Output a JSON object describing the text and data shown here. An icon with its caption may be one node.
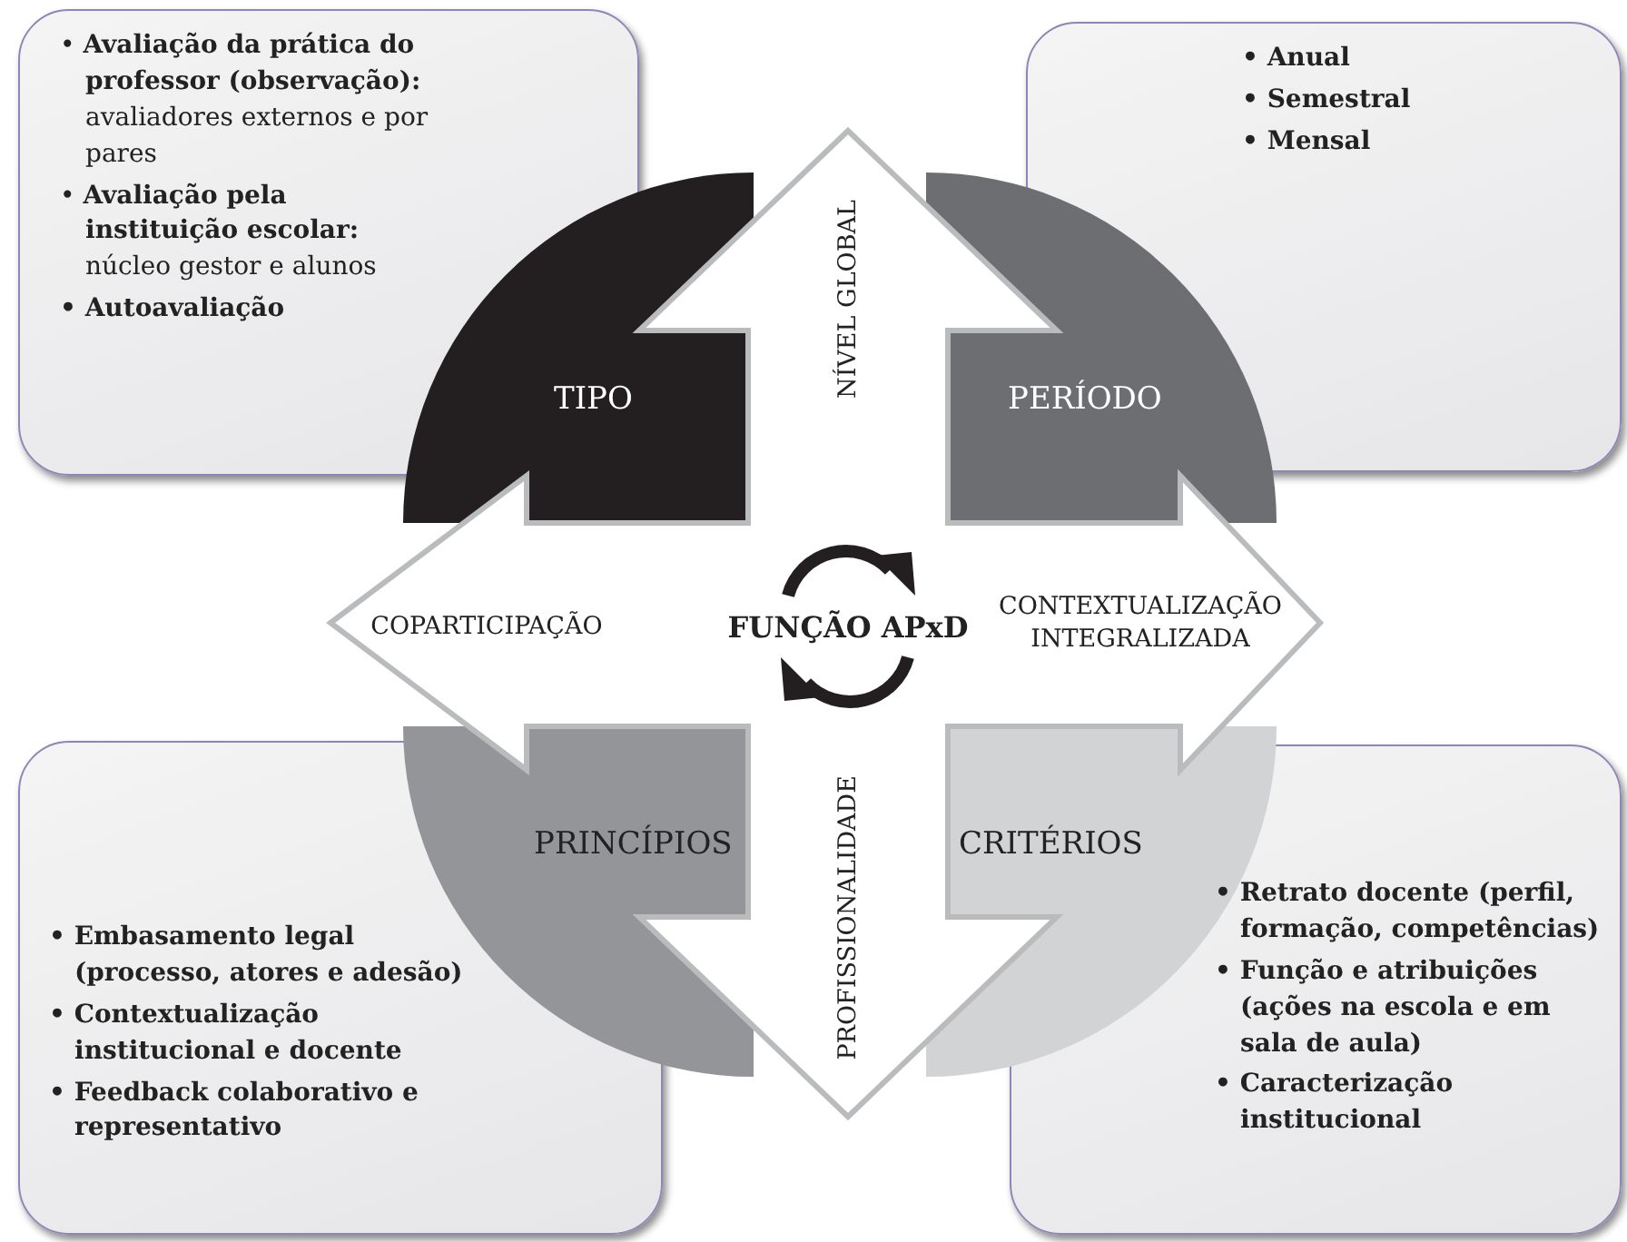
{
  "diagram": {
    "nodes": [
      {
        "text": [
          "• **Avaliação da prática do professor (observação):** avaliadores externos e por pares",
          "• **Avaliação pela instituição escolar:** núcleo gestor e alunos",
          "• Autoavaliação"
        ]
      },
      {
        "text": [
          "• Anual",
          "• Semestral",
          "• Mensal"
        ]
      },
      {
        "text": [
          "TIPO"
        ]
      },
      {
        "text": [
          "NÍVEL GLOBAL"
        ]
      },
      {
        "text": [
          "PERÍODO"
        ]
      },
      {
        "text": [
          "COPARTICIPAÇÃO"
        ]
      },
      {
        "text": [
          "FUNÇÃO APxD"
        ]
      },
      {
        "text": [
          "CONTEXTUALIZAÇÃO INTEGRALIZADA"
        ]
      },
      {
        "text": [
          "PRINCÍPIOS"
        ]
      },
      {
        "text": [
          "PROFISSIONALIDADE"
        ]
      },
      {
        "text": [
          "CRITÉRIOS"
        ]
      },
      {
        "text": [
          "• Embasamento legal (processo, atores e adesão)",
          "• Contextualização institucional e docente",
          "• Feedback colaborativo e representativo"
        ]
      },
      {
        "text": [
          "• Retrato docente (perfil, formação, competências)",
          "• Função e atribuições (ações na escola e em sala de aula)",
          "• Caracterização institucional"
        ]
      }
    ]
  }
}
